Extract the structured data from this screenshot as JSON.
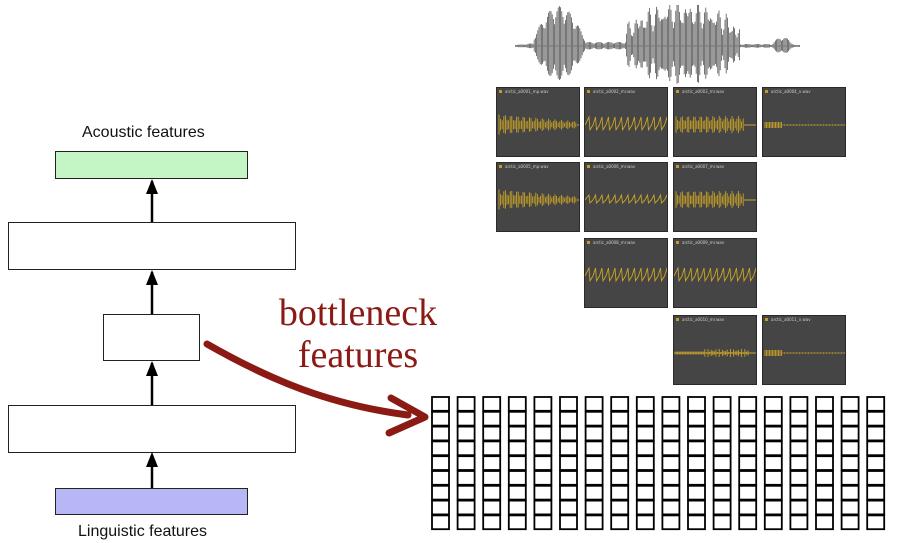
{
  "diagram": {
    "output_label": "Acoustic features",
    "input_label": "Linguistic features",
    "annotation_line1": "bottleneck",
    "annotation_line2": "features",
    "colors": {
      "output_box": "#c4f5c4",
      "input_box": "#b7b7f5",
      "arrow_red": "#8b1a14",
      "waveform": "#c9a227",
      "panel_bg": "#454545"
    }
  },
  "thumbnails": [
    {
      "title": "arctic_a0001_mp.wav",
      "pattern": "dense-decay"
    },
    {
      "title": "arctic_a0002_mr.wav",
      "pattern": "spiky"
    },
    {
      "title": "arctic_a0003_mr.wav",
      "pattern": "dense-short"
    },
    {
      "title": "arctic_a0004_n.wav",
      "pattern": "faint"
    },
    {
      "title": "arctic_a0005_mp.wav",
      "pattern": "dense-decay"
    },
    {
      "title": "arctic_a0006_mr.wav",
      "pattern": "medium"
    },
    {
      "title": "arctic_a0007_mr.wav",
      "pattern": "dense-short"
    },
    {
      "title": "arctic_a0008_mr.wav",
      "pattern": "spiky"
    },
    {
      "title": "arctic_a0009_mr.wav",
      "pattern": "spiky"
    },
    {
      "title": "arctic_a0010_mr.wav",
      "pattern": "burst"
    },
    {
      "title": "arctic_a0011_n.wav",
      "pattern": "faint"
    }
  ]
}
